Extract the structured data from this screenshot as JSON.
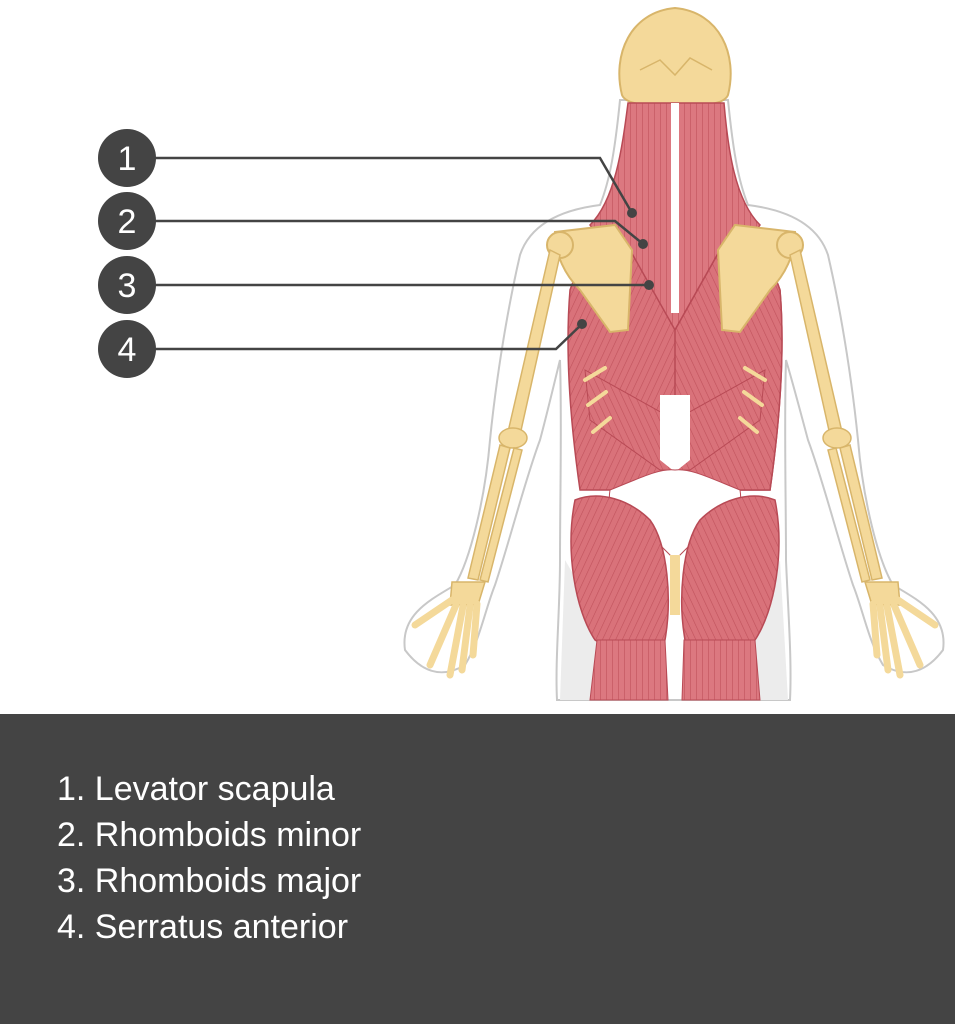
{
  "markers": [
    {
      "number": "1",
      "structure": "levator-scapula"
    },
    {
      "number": "2",
      "structure": "rhomboids-minor"
    },
    {
      "number": "3",
      "structure": "rhomboids-major"
    },
    {
      "number": "4",
      "structure": "serratus-anterior"
    }
  ],
  "legend": {
    "items": [
      "1. Levator scapula",
      "2. Rhomboids minor",
      "3. Rhomboids major",
      "4. Serratus anterior"
    ]
  },
  "colors": {
    "muscle": "#d9727a",
    "muscle_dark": "#b84a55",
    "bone": "#f4d99a",
    "bone_outline": "#d8b56a",
    "skin_outline": "#c8c8c8",
    "marker_fill": "#444444",
    "leader_line": "#444444",
    "legend_background": "#444444",
    "legend_text": "#ffffff"
  }
}
